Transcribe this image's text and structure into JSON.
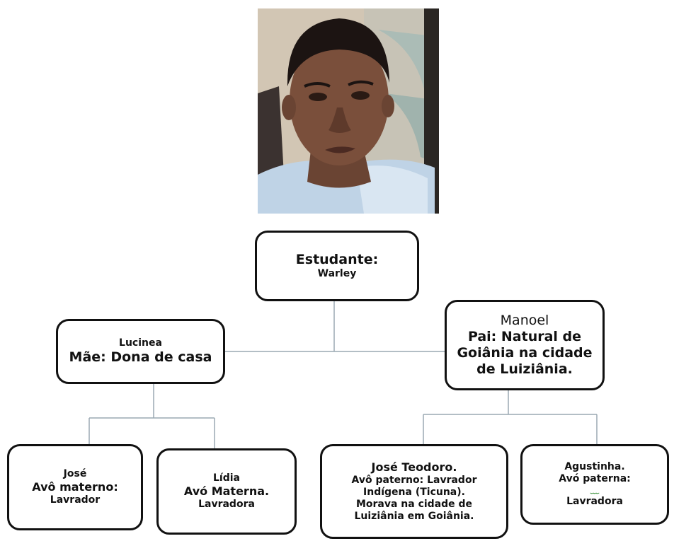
{
  "student": {
    "title": "Estudante:",
    "name": "Warley"
  },
  "mother": {
    "name": "Lucinea",
    "role": "Mãe: Dona de casa"
  },
  "father": {
    "name": "Manoel",
    "line1": "Pai: Natural de",
    "line2": "Goiânia na cidade",
    "line3": "de Luiziânia."
  },
  "maternal_grandfather": {
    "name": "José",
    "role": "Avô materno:",
    "job": "Lavrador"
  },
  "maternal_grandmother": {
    "name": "Lídia",
    "role": "Avó Materna.",
    "job": "Lavradora"
  },
  "paternal_grandfather": {
    "name": "José Teodoro.",
    "line1": "Avô paterno: Lavrador",
    "line2": "Indígena (Ticuna).",
    "line3": "Morava na cidade de",
    "line4": "Luiziânia em Goiânia."
  },
  "paternal_grandmother": {
    "name": "Agustinha.",
    "role": "Avó paterna:",
    "job": "Lavradora"
  }
}
